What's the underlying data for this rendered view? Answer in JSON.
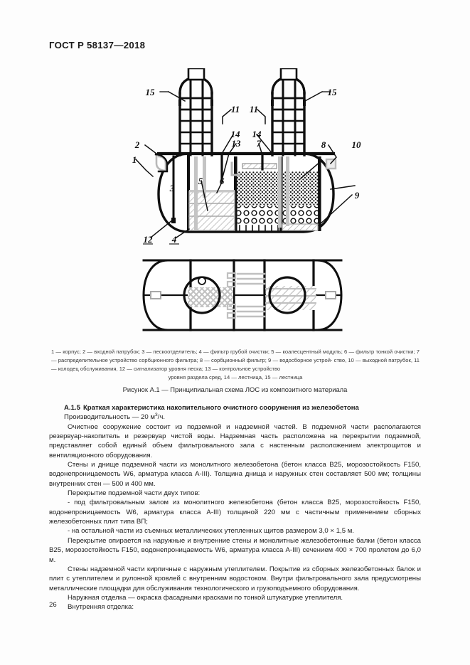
{
  "document": {
    "standard_header": "ГОСТ Р 58137—2018",
    "page_number": "26"
  },
  "figure": {
    "caption": "Рисунок А.1 — Принципиальная схема ЛОС из композитного материала",
    "legend_line1": "1 — корпус; 2 — входной патрубок; 3 — пескоотделитель; 4 — фильтр грубой очистки; 5 — коалесцентный модуль; 6 — фильтр",
    "legend_line2": "тонкой очистки; 7 — распределительное устройство сорбционного фильтра; 8 — сорбционный фильтр; 9 — водосборное устрой-",
    "legend_line3": "ство, 10 — выходной патрубок, 11 — колодец обслуживания, 12 — сигнализатор уровня песка; 13 — контрольное устройство",
    "legend_line4": "уровня раздела сред, 14 — лестница, 15 — лестница",
    "callouts": {
      "c1": "1",
      "c2": "2",
      "c3": "3",
      "c4": "4",
      "c5": "5",
      "c6": "6",
      "c7": "7",
      "c8": "8",
      "c9": "9",
      "c10": "10",
      "c11_left": "11",
      "c11_right": "11",
      "c12": "12",
      "c13": "13",
      "c14_left": "14",
      "c14_right": "14",
      "c15_left": "15",
      "c15_right": "15"
    }
  },
  "section": {
    "number": "А.1.5",
    "heading": "Краткая характеристика накопительного очистного сооружения из железобетона",
    "p_capacity_pre": "Производительность — 20 м",
    "p_capacity_sup": "3",
    "p_capacity_post": "/ч.",
    "p1": "Очистное сооружение состоит из подземной и надземной частей. В подземной части располагаются резервуар-накопитель и резервуар чистой воды. Надземная часть расположена на перекрытии подземной, представляет собой единый объем фильтровального зала с настенным расположением электрощитов и вентиляционного оборудования.",
    "p2": "Стены и днище подземной части из монолитного железобетона (бетон класса В25, морозостойкость F150, водонепроницаемость W6, арматура класса А-III). Толщина днища и наружных стен составляет 500 мм; толщины внутренних стен — 500 и 400 мм.",
    "p3": "Перекрытие подземной части двух типов:",
    "p4": "- под фильтровальным залом из монолитного железобетона (бетон класса В25, морозостойкость F150, водонепроницаемость W6, арматура класса А-III) толщиной 220 мм с частичным применением сборных железобетонных плит типа ВП;",
    "p5": "- на остальной части из съемных металлических утепленных щитов размером 3,0 × 1,5 м.",
    "p6": "Перекрытие опирается на наружные и внутренние стены и монолитные железобетонные балки (бетон класса В25, морозостойкость F150, водонепроницаемость W6, арматура класса А-III) сечением 400 × 700 пролетом до 6,0 м.",
    "p7": "Стены надземной части кирпичные с наружным утеплителем. Покрытие из сборных железобетонных балок и плит с утеплителем и рулонной кровлей с внутренним водостоком. Внутри фильтровального зала предусмотрены металлические площадки для обслуживания технологического и грузоподъемного оборудования.",
    "p8": "Наружная отделка — окраска фасадными красками по тонкой штукатурке утеплителя.",
    "p9": "Внутренняя отделка:"
  }
}
